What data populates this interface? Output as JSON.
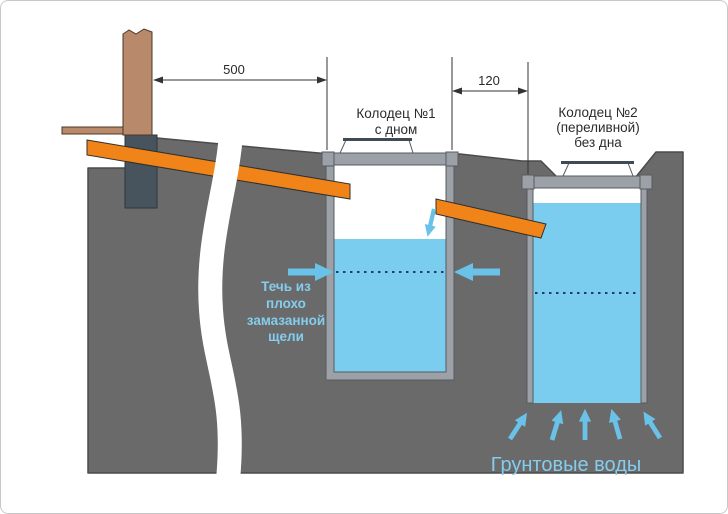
{
  "colors": {
    "bg": "#ffffff",
    "borderColor": "#c9c9c9",
    "ground": "#6a6a6a",
    "groundOutline": "#4b4b4b",
    "foundation": "#47545e",
    "wood": "#b88a6b",
    "pipe": "#f08419",
    "wellWall": "#9ba1a6",
    "wellOutline": "#565c61",
    "water": "#7bcdf0",
    "hatchLine": "#3f4a55",
    "dotted": "#1f3f63",
    "arrowBlue": "#6ac2e9",
    "dimLine": "#333333",
    "textDark": "#2b2b2b",
    "textBlue": "#84cdee"
  },
  "dimensions": {
    "house_to_well1": "500",
    "well1_to_well2": "120"
  },
  "labels": {
    "well1": {
      "lines": [
        "Колодец №1",
        "с дном"
      ]
    },
    "well2": {
      "lines": [
        "Колодец №2",
        "(переливной)",
        "без дна"
      ]
    },
    "leak": {
      "lines": [
        "Течь из",
        "плохо",
        "замазанной",
        "щели"
      ]
    },
    "groundwater": "Грунтовые воды"
  },
  "icons": {
    "leak_arrow_left": "arrow-pointing-right",
    "leak_arrow_right": "arrow-pointing-left",
    "inflow_arrow": "arrow-pointing-down",
    "groundwater_arrows": "arrows-pointing-up"
  }
}
